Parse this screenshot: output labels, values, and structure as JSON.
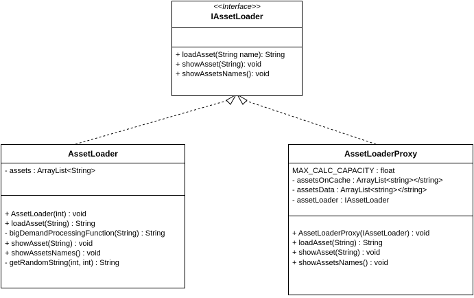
{
  "diagram": {
    "interface_box": {
      "stereotype": "<<Interface>>",
      "name": "IAssetLoader",
      "attributes": [],
      "methods": [
        "+ loadAsset(String name): String",
        "+ showAsset(String): void",
        "+ showAssetsNames(): void"
      ]
    },
    "asset_loader": {
      "name": "AssetLoader",
      "attributes": [
        "- assets : ArrayList<String>"
      ],
      "methods": [
        "+ AssetLoader(int) : void",
        "+ loadAsset(String) : String",
        "- bigDemandProcessingFunction(String) : String",
        "+ showAsset(String) : void",
        "+ showAssetsNames() : void",
        "- getRandomString(int, int) : String"
      ]
    },
    "asset_loader_proxy": {
      "name": "AssetLoaderProxy",
      "attributes": [
        "MAX_CALC_CAPACITY : float",
        "- assetsOnCache : ArrayList<string></string>",
        "- assetsData : ArrayList<string></string>",
        "- assetLoader : IAssetLoader"
      ],
      "methods": [
        "+ AssetLoaderProxy(IAssetLoader) : void",
        "+ loadAsset(String) : String",
        "+ showAsset(String) : void",
        "+ showAssetsNames() : void"
      ]
    }
  }
}
